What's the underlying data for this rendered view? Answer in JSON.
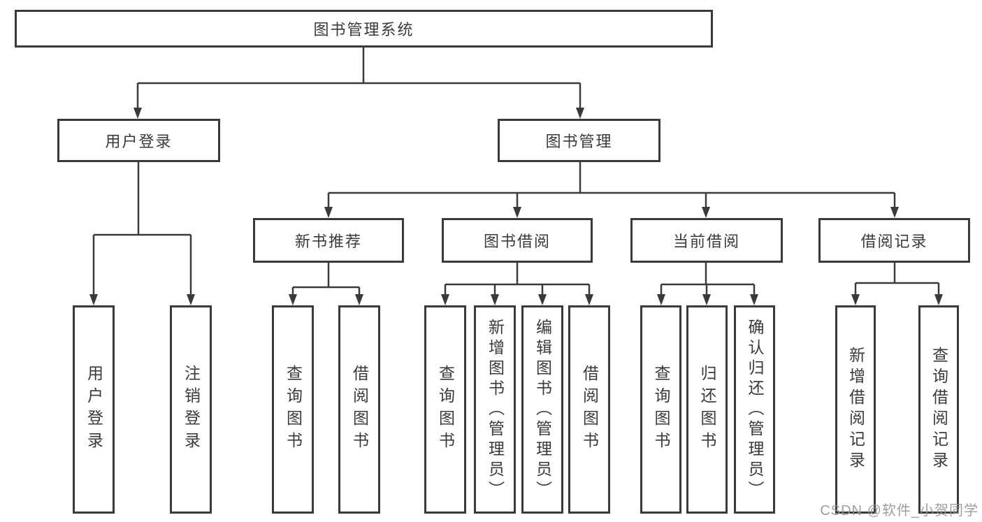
{
  "colors": {
    "line": "#3a3a3a",
    "box_border": "#3a3a3a",
    "text": "#3a3a3a",
    "background": "#ffffff",
    "watermark": "#949494"
  },
  "watermark": "CSDN @软件_小贺同学",
  "tree": {
    "label": "图书管理系统",
    "children": [
      {
        "label": "用户登录",
        "children": [
          {
            "label": "用户登录"
          },
          {
            "label": "注销登录"
          }
        ]
      },
      {
        "label": "图书管理",
        "children": [
          {
            "label": "新书推荐",
            "children": [
              {
                "label": "查询图书"
              },
              {
                "label": "借阅图书"
              }
            ]
          },
          {
            "label": "图书借阅",
            "children": [
              {
                "label": "查询图书"
              },
              {
                "label": "新增图书（管理员）"
              },
              {
                "label": "编辑图书（管理员）"
              },
              {
                "label": "借阅图书"
              }
            ]
          },
          {
            "label": "当前借阅",
            "children": [
              {
                "label": "查询图书"
              },
              {
                "label": "归还图书"
              },
              {
                "label": "确认归还（管理员）"
              }
            ]
          },
          {
            "label": "借阅记录",
            "children": [
              {
                "label": "新增借阅记录"
              },
              {
                "label": "查询借阅记录"
              }
            ]
          }
        ]
      }
    ]
  }
}
